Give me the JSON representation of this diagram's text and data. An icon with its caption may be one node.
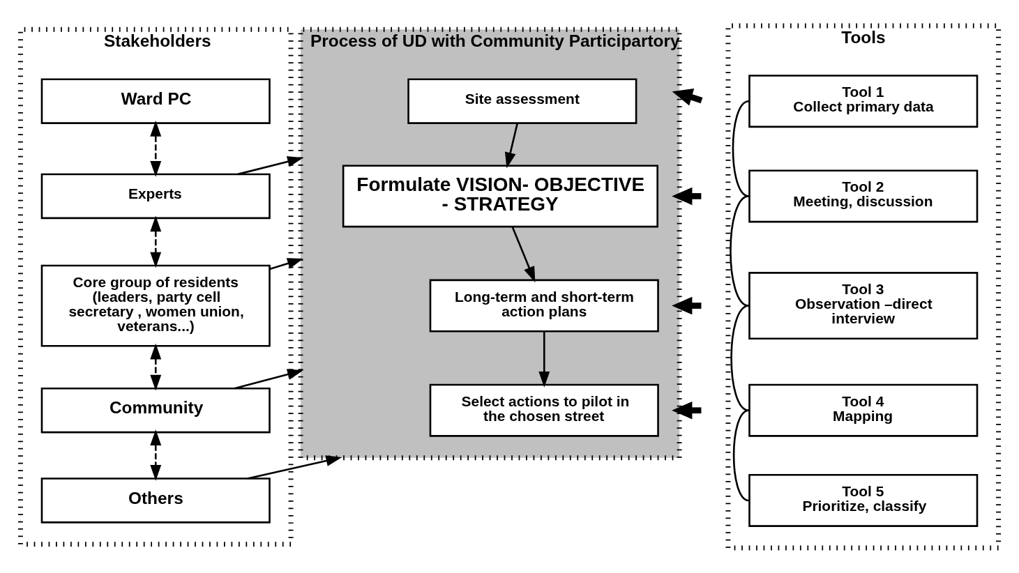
{
  "diagram": {
    "nodes": [
      {
        "text": [
          "Stakeholders"
        ]
      },
      {
        "text": [
          "Ward PC"
        ],
        "in": 0
      },
      {
        "text": [
          "Experts"
        ],
        "in": 0
      },
      {
        "text": [
          "Core group of residents (leaders, party cell secretary , women union, veterans...)"
        ],
        "in": 0
      },
      {
        "text": [
          "Community"
        ],
        "in": 0
      },
      {
        "text": [
          "Others"
        ],
        "in": 0
      },
      {
        "text": [
          "Process of UD with Community Participartory"
        ]
      },
      {
        "text": [
          "Site assessment"
        ],
        "in": 6
      },
      {
        "text": [
          "Formulate VISION- OBJECTIVE - STRATEGY"
        ],
        "in": 6
      },
      {
        "text": [
          "Long-term and short-term action plans"
        ],
        "in": 6
      },
      {
        "text": [
          "Select actions to pilot in the chosen street"
        ],
        "in": 6
      },
      {
        "text": [
          "Tools"
        ]
      },
      {
        "text": [
          "Tool 1",
          "Collect primary data"
        ],
        "in": 11
      },
      {
        "text": [
          "Tool 2",
          "Meeting, discussion"
        ],
        "in": 11
      },
      {
        "text": [
          "Tool 3",
          "Observation –direct interview"
        ],
        "in": 11
      },
      {
        "text": [
          "Tool 4",
          "Mapping"
        ],
        "in": 11
      },
      {
        "text": [
          "Tool 5",
          "Prioritize, classify"
        ],
        "in": 11
      }
    ],
    "edges": [
      {
        "from": 1,
        "to": 2,
        "arrow": "both",
        "style": "dashed"
      },
      {
        "from": 2,
        "to": 3,
        "arrow": "both",
        "style": "dashed"
      },
      {
        "from": 3,
        "to": 4,
        "arrow": "both",
        "style": "dashed"
      },
      {
        "from": 4,
        "to": 5,
        "arrow": "both",
        "style": "dashed"
      },
      {
        "from": 2,
        "to": 6,
        "arrow": "to"
      },
      {
        "from": 3,
        "to": 6,
        "arrow": "to"
      },
      {
        "from": 4,
        "to": 6,
        "arrow": "to"
      },
      {
        "from": 5,
        "to": 6,
        "arrow": "to"
      },
      {
        "from": 7,
        "to": 8,
        "arrow": "to"
      },
      {
        "from": 8,
        "to": 9,
        "arrow": "to"
      },
      {
        "from": 9,
        "to": 10,
        "arrow": "to"
      },
      {
        "from": 12,
        "to": 13,
        "arrow": "none"
      },
      {
        "from": 13,
        "to": 14,
        "arrow": "none"
      },
      {
        "from": 14,
        "to": 15,
        "arrow": "none"
      },
      {
        "from": 15,
        "to": 16,
        "arrow": "none"
      },
      {
        "from": null,
        "to": 6,
        "arrow": "to",
        "style": "thick"
      },
      {
        "from": null,
        "to": 6,
        "arrow": "to",
        "style": "thick"
      },
      {
        "from": null,
        "to": 6,
        "arrow": "to",
        "style": "thick"
      },
      {
        "from": null,
        "to": 6,
        "arrow": "to",
        "style": "thick"
      }
    ]
  }
}
